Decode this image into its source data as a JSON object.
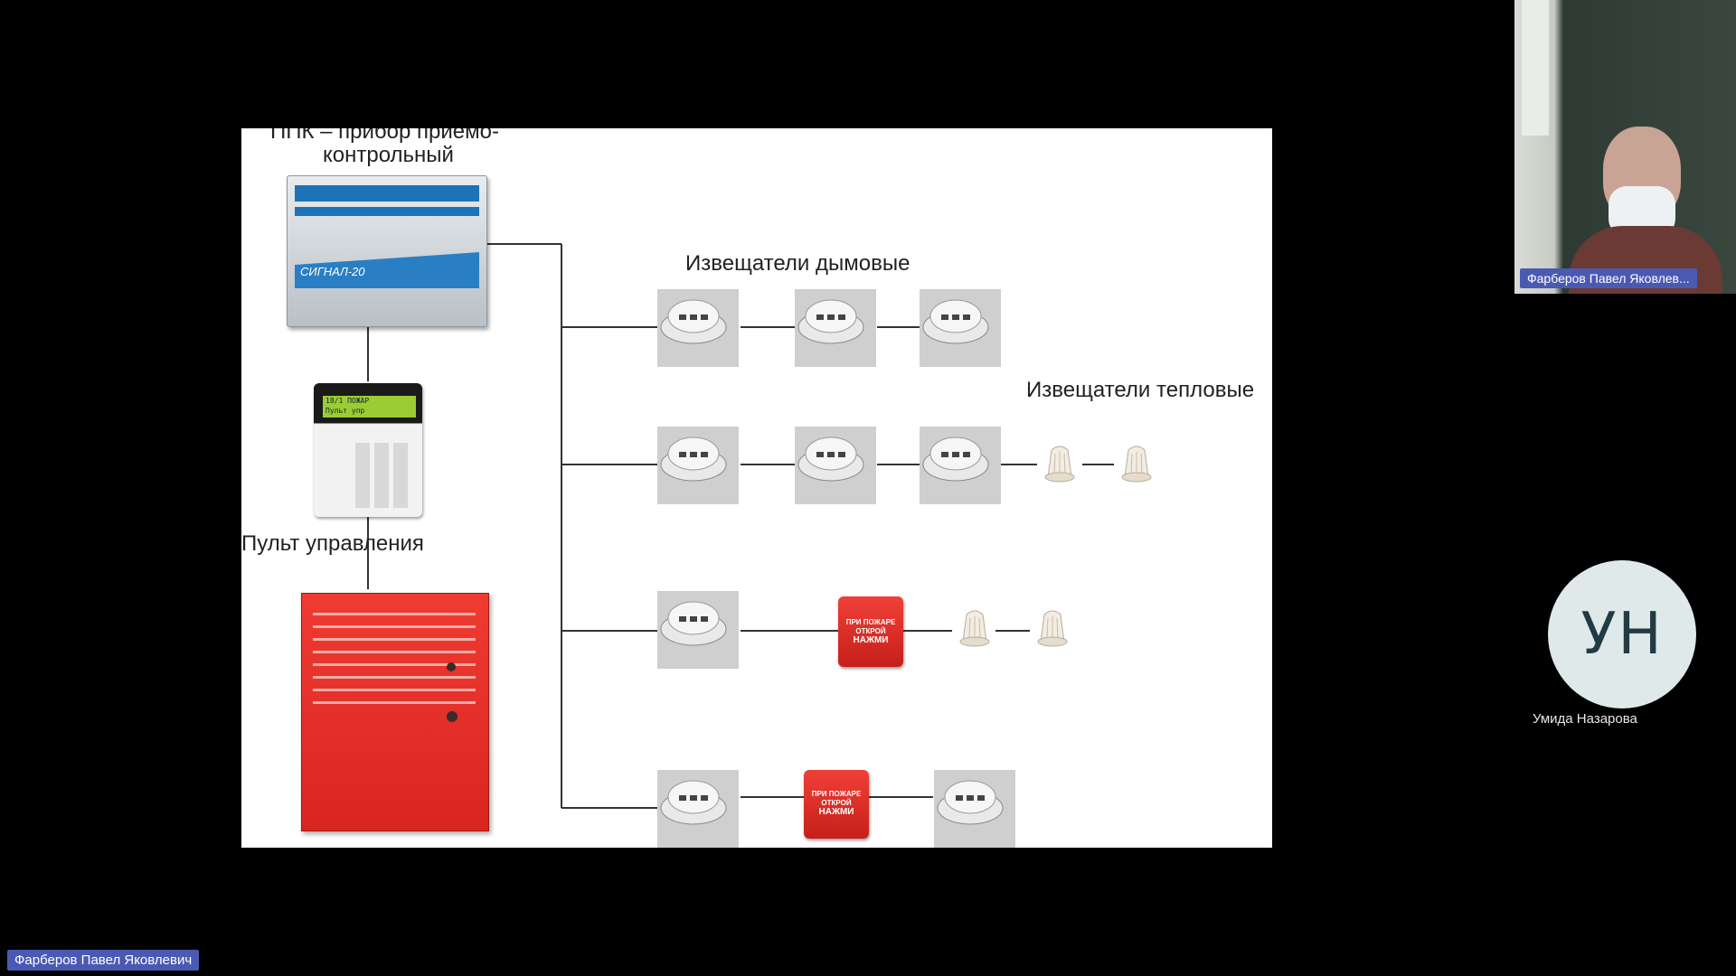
{
  "slide": {
    "title_line1": "ППК – прибор приемо-",
    "title_line2": "контрольный",
    "device_brand": "СИГНАЛ-20",
    "keypad_screen_line1": "18/1  ПОЖАР",
    "keypad_screen_line2": "Пульт   упр",
    "label_smoke": "Извещатели дымовые",
    "label_heat": "Извещатели тепловые",
    "label_control_panel": "Пульт управления",
    "manual_callpoint_text": [
      "ПРИ ПОЖАРЕ",
      "ОТКРОЙ",
      "НАЖМИ"
    ]
  },
  "self_view": {
    "name": "Фарберов Павел Яковлев..."
  },
  "participant": {
    "initials": "УН",
    "name": "Умида Назарова"
  },
  "presenter_tag": "Фарберов Павел Яковлевич",
  "colors": {
    "background": "#000000",
    "name_tag": "#4a5ab3",
    "fire_red": "#e2302c",
    "device_blue": "#1e73b8"
  }
}
